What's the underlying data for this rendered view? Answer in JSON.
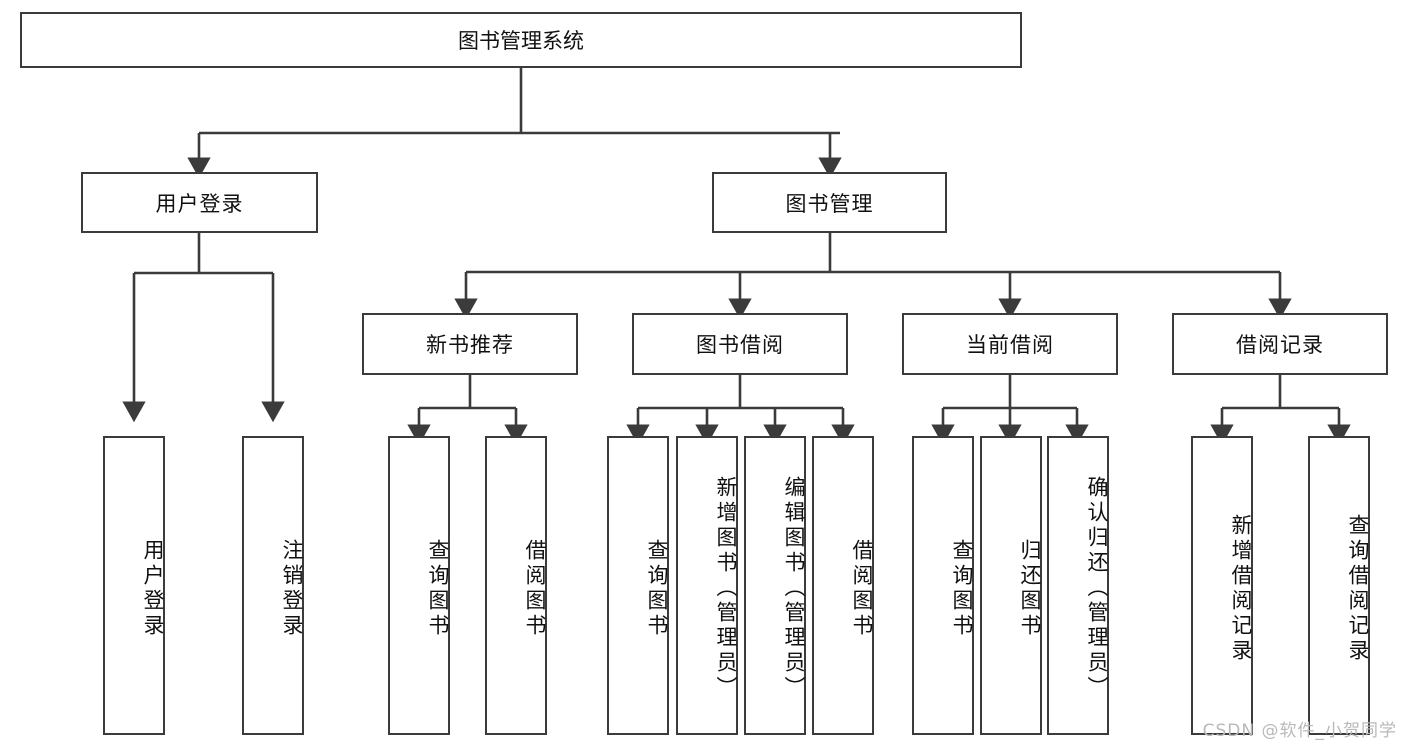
{
  "diagram": {
    "title": "图书管理系统",
    "type": "tree",
    "root": {
      "label": "图书管理系统"
    },
    "level1": [
      {
        "label": "用户登录"
      },
      {
        "label": "图书管理"
      }
    ],
    "level2": [
      {
        "label": "新书推荐",
        "parent": "图书管理"
      },
      {
        "label": "图书借阅",
        "parent": "图书管理"
      },
      {
        "label": "当前借阅",
        "parent": "图书管理"
      },
      {
        "label": "借阅记录",
        "parent": "图书管理"
      }
    ],
    "leaves": {
      "user_login": [
        {
          "label": "用户登录"
        },
        {
          "label": "注销登录"
        }
      ],
      "new_book_recommend": [
        {
          "label": "查询图书"
        },
        {
          "label": "借阅图书"
        }
      ],
      "book_borrow": [
        {
          "label": "查询图书"
        },
        {
          "label": "新增图书（管理员）"
        },
        {
          "label": "编辑图书（管理员）"
        },
        {
          "label": "借阅图书"
        }
      ],
      "current_borrow": [
        {
          "label": "查询图书"
        },
        {
          "label": "归还图书"
        },
        {
          "label": "确认归还（管理员）"
        }
      ],
      "borrow_record": [
        {
          "label": "新增借阅记录"
        },
        {
          "label": "查询借阅记录"
        }
      ]
    },
    "watermark": "CSDN @软件_小贺同学",
    "colors": {
      "border": "#3b3b3b",
      "background": "#ffffff",
      "text": "#111111",
      "watermark": "#b9b9b9"
    }
  }
}
